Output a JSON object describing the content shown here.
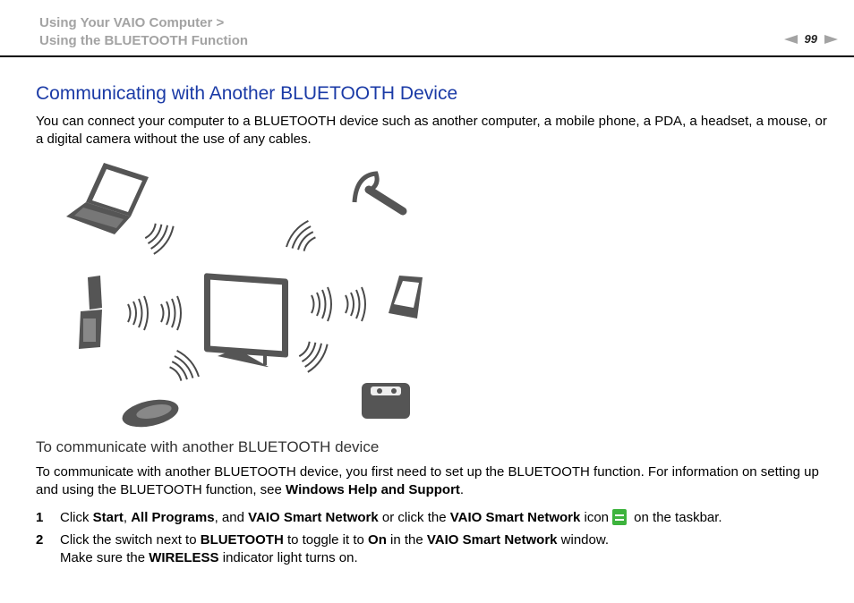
{
  "header": {
    "breadcrumb_line1": "Using Your VAIO Computer >",
    "breadcrumb_line2": "Using the BLUETOOTH Function",
    "page_number": "99"
  },
  "section": {
    "title": "Communicating with Another BLUETOOTH Device",
    "intro": "You can connect your computer to a BLUETOOTH device such as another computer, a mobile phone, a PDA, a headset, a mouse, or a digital camera without the use of any cables."
  },
  "illustration": {
    "devices": [
      "laptop-icon",
      "headset-icon",
      "mobile-phone-icon",
      "pda-icon",
      "mouse-icon",
      "camera-icon",
      "desktop-monitor-icon"
    ]
  },
  "subsection": {
    "title": "To communicate with another BLUETOOTH device",
    "para_start": "To communicate with another BLUETOOTH device, you first need to set up the BLUETOOTH function. For information on setting up and using the BLUETOOTH function, see ",
    "para_bold": "Windows Help and Support",
    "para_end": "."
  },
  "steps": [
    {
      "num": "1",
      "t1": "Click ",
      "b1": "Start",
      "t2": ", ",
      "b2": "All Programs",
      "t3": ", and ",
      "b3": "VAIO Smart Network",
      "t4": " or click the ",
      "b4": "VAIO Smart Network",
      "t5": " icon",
      "t6": " on the taskbar."
    },
    {
      "num": "2",
      "t1": "Click the switch next to ",
      "b1": "BLUETOOTH",
      "t2": " to toggle it to ",
      "b2": "On",
      "t3": " in the ",
      "b3": "VAIO Smart Network",
      "t4": " window.",
      "line2_t1": "Make sure the ",
      "line2_b1": "WIRELESS",
      "line2_t2": " indicator light turns on."
    }
  ]
}
